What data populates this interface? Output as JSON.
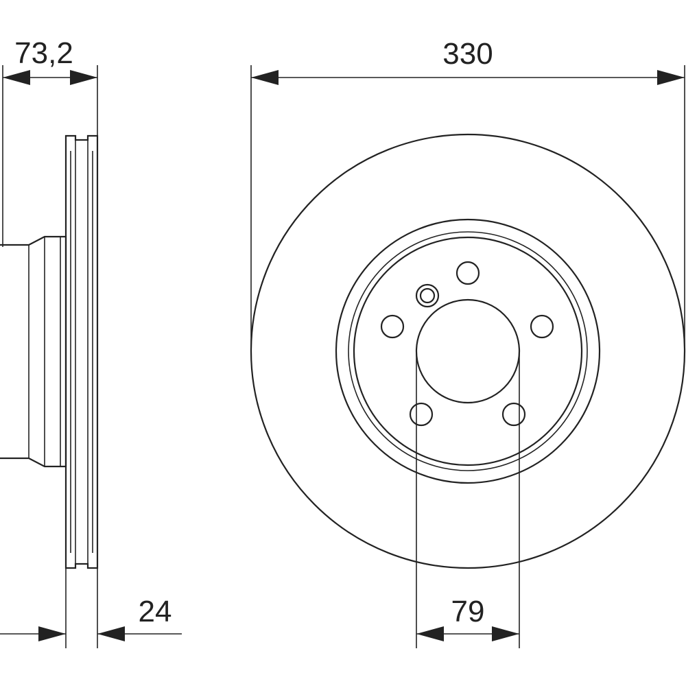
{
  "dimensions": {
    "hub_height": "73,2",
    "outer_diameter": "330",
    "thickness": "24",
    "center_bore": "79"
  },
  "colors": {
    "line": "#222222",
    "background": "#ffffff"
  }
}
